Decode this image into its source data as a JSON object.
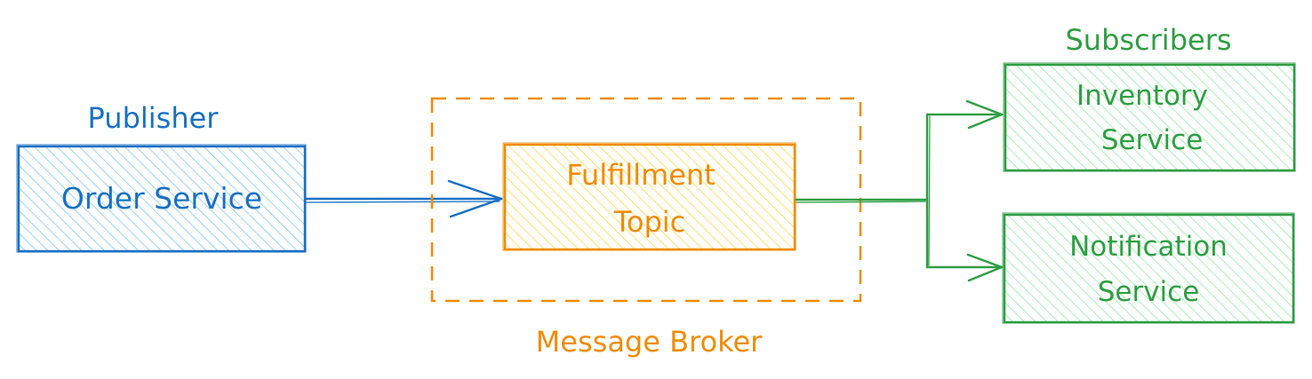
{
  "publisher_label": "Publisher",
  "order_service": "Order Service",
  "broker_label": "Message Broker",
  "topic": {
    "line1": "Fulfillment",
    "line2": "Topic"
  },
  "subscribers_label": "Subscribers",
  "inventory": {
    "line1": "Inventory",
    "line2": "Service"
  },
  "notification": {
    "line1": "Notification",
    "line2": "Service"
  },
  "colors": {
    "blue_stroke": "#1971c2",
    "blue_fill": "#a5d8ff",
    "orange_stroke": "#f08c00",
    "orange_fill": "#ffec99",
    "green_stroke": "#2f9e44",
    "green_fill": "#b2f2bb"
  }
}
